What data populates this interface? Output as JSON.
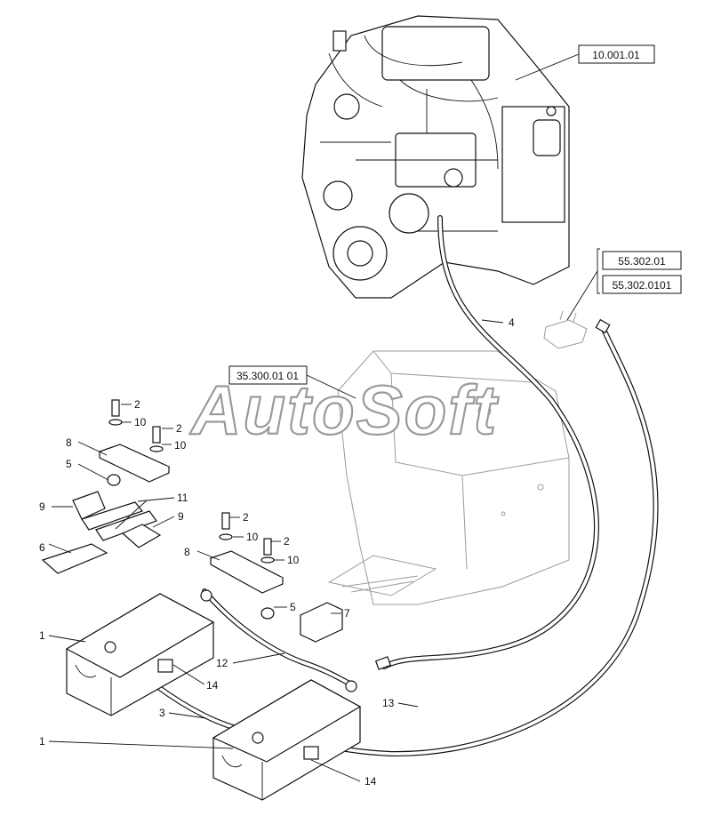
{
  "watermark": "AutoSoft",
  "refs": {
    "engine": "10.001.01",
    "starter_a": "55.302.01",
    "starter_b": "55.302.0101",
    "tank": "35.300.01 01"
  },
  "callouts": {
    "c1a": "1",
    "c1b": "1",
    "c2a": "2",
    "c2b": "2",
    "c2c": "2",
    "c2d": "2",
    "c3": "3",
    "c4": "4",
    "c5a": "5",
    "c5b": "5",
    "c6": "6",
    "c7": "7",
    "c8a": "8",
    "c8b": "8",
    "c9a": "9",
    "c9b": "9",
    "c10a": "10",
    "c10b": "10",
    "c10c": "10",
    "c10d": "10",
    "c11": "11",
    "c12": "12",
    "c13": "13",
    "c14a": "14",
    "c14b": "14"
  }
}
